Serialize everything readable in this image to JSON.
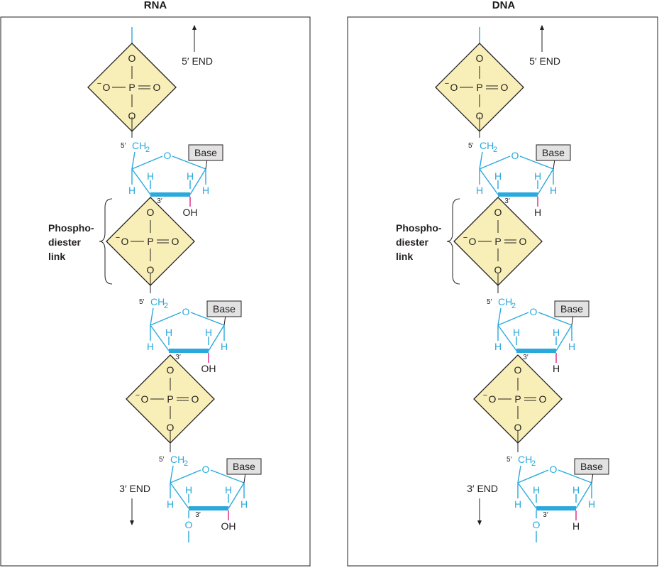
{
  "panels": [
    {
      "id": "rna",
      "title": "RNA",
      "two_prime_substituent": "OH",
      "five_end_label": "5′ END",
      "three_end_label": "3′ END",
      "link_label": [
        "Phospho-",
        "diester",
        "link"
      ]
    },
    {
      "id": "dna",
      "title": "DNA",
      "two_prime_substituent": "H",
      "five_end_label": "5′ END",
      "three_end_label": "3′ END",
      "link_label": [
        "Phospho-",
        "diester",
        "link"
      ]
    }
  ],
  "atoms": {
    "oxygen": "O",
    "phosphorus": "P",
    "minus": "−",
    "equals": "=",
    "methylene_prefix": "5′",
    "methylene": "CH",
    "methylene_sub": "2",
    "hydrogen": "H",
    "three_prime": "3′",
    "base": "Base"
  },
  "colors": {
    "sugar_blue": "#2aa9dd",
    "oh_magenta": "#e0218a",
    "phosphate_fill": "#f8efb8",
    "base_fill": "#e2e2e2"
  }
}
